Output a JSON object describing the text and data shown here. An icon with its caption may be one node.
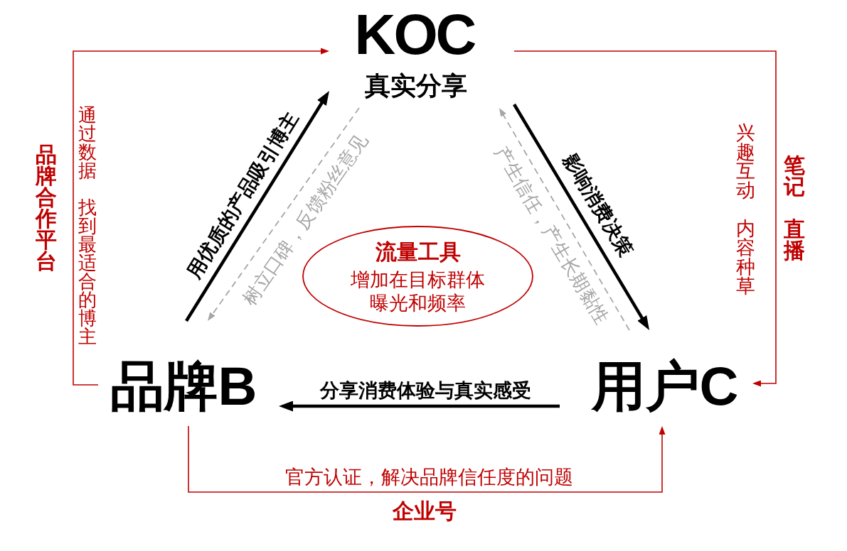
{
  "diagram": {
    "nodes": [
      {
        "text": [
          "KOC",
          "真实分享"
        ]
      },
      {
        "text": [
          "品牌B"
        ]
      },
      {
        "text": [
          "用户C"
        ]
      },
      {
        "text": [
          "流量工具",
          "增加在目标群体曝光和频率"
        ]
      }
    ],
    "edges": [
      {
        "from": 1,
        "to": 0,
        "arrow": "to",
        "label": "用优质的产品吸引博主",
        "style": "thick"
      },
      {
        "from": 0,
        "to": 1,
        "arrow": "to",
        "label": "树立口碑，反馈粉丝意见",
        "style": "dashed",
        "color": "#a6a6a6"
      },
      {
        "from": 0,
        "to": 2,
        "arrow": "to",
        "label": "影响消费决策",
        "style": "thick"
      },
      {
        "from": 2,
        "to": 0,
        "arrow": "to",
        "label": "产生信任，产生长期黏性",
        "style": "dashed",
        "color": "#a6a6a6"
      },
      {
        "from": 2,
        "to": 1,
        "arrow": "to",
        "label": "分享消费体验与真实感受",
        "style": "thick"
      },
      {
        "from": 1,
        "to": 0,
        "arrow": "to",
        "label": "品牌合作平台",
        "color": "#c00000"
      },
      {
        "from": 0,
        "to": 2,
        "arrow": "to",
        "label": "笔记直播",
        "color": "#c00000"
      },
      {
        "from": 1,
        "to": 2,
        "arrow": "to",
        "label": "企业号",
        "color": "#c00000"
      }
    ],
    "labels": [
      "通过数据找到最适合的博主",
      "兴趣互动内容种草",
      "官方认证，解决品牌信任度的问题"
    ]
  }
}
